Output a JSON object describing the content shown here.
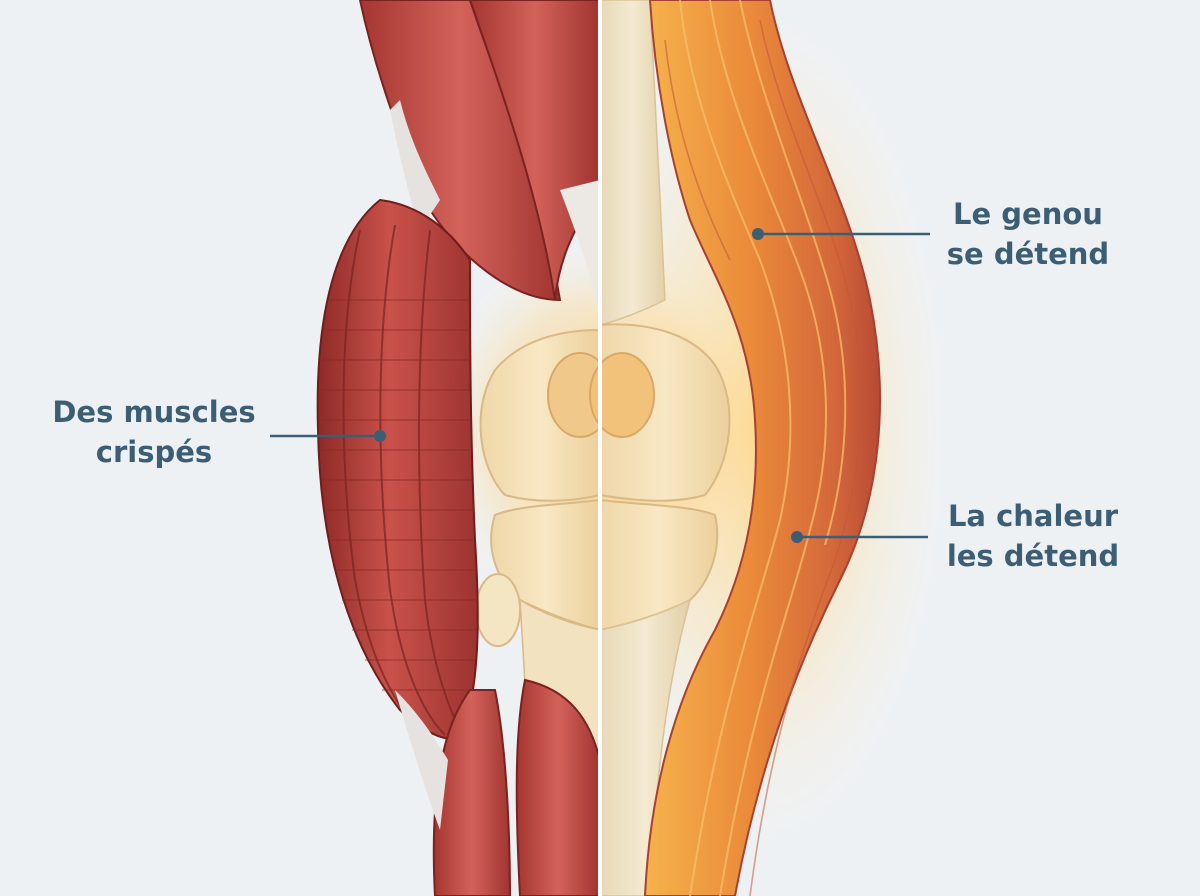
{
  "labels": {
    "tense_muscles": {
      "line1": "Des muscles",
      "line2": "crispés"
    },
    "knee_relaxes": {
      "line1": "Le genou",
      "line2": "se détend"
    },
    "heat_relaxes": {
      "line1": "La chaleur",
      "line2": "les détend"
    }
  },
  "colors": {
    "background": "#eef1f4",
    "muscle_red": "#c4473f",
    "muscle_dark": "#8e2a27",
    "warm_orange": "#f0a640",
    "bone": "#f3ddb0",
    "text": "#3c5e74",
    "leader_line": "#3c5e74"
  },
  "panels": [
    "tense-left-side",
    "warm-right-side"
  ]
}
